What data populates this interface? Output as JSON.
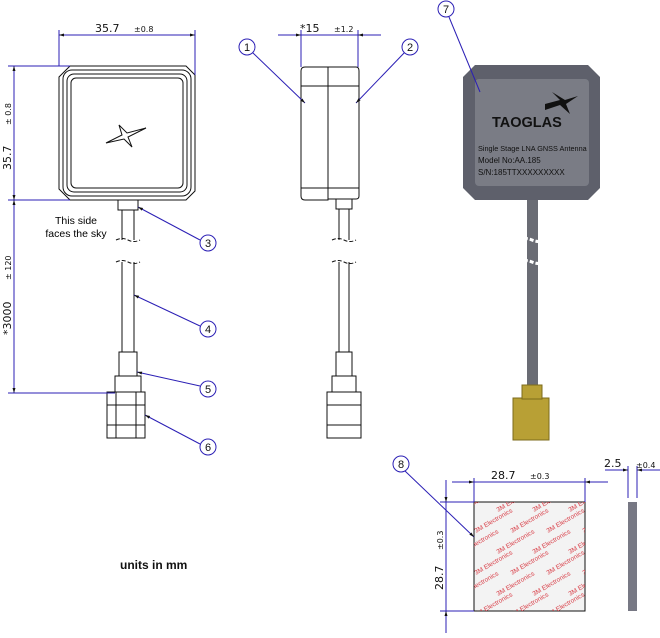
{
  "front_view": {
    "width_dim": "35.7",
    "width_tol": "±0.8",
    "height_dim": "35.7",
    "height_tol": "± 0.8",
    "cable_dim": "*3000",
    "cable_tol": "± 120",
    "note_line1": "This side",
    "note_line2": "faces the sky"
  },
  "side_view": {
    "thickness_dim": "*15",
    "thickness_tol": "±1.2"
  },
  "product_label": {
    "brand": "TAOGLAS",
    "line1": "Single Stage LNA GNSS Antenna",
    "line2": "Model No:AA.185",
    "line3": "S/N:185TTXXXXXXXXX",
    "body_color": "#5e606b",
    "label_color": "#7a7c85",
    "connector_color": "#b8a035"
  },
  "adhesive_pad": {
    "width_dim": "28.7",
    "width_tol": "±0.3",
    "height_dim": "28.7",
    "height_tol": "±0.3",
    "thickness_dim": "2.5",
    "thickness_tol": "±0.4",
    "print_brand": "3M",
    "print_text": "Electronics",
    "print_color": "#d9414a"
  },
  "balloons": [
    "1",
    "2",
    "3",
    "4",
    "5",
    "6",
    "7",
    "8"
  ],
  "units_note": "units in mm"
}
